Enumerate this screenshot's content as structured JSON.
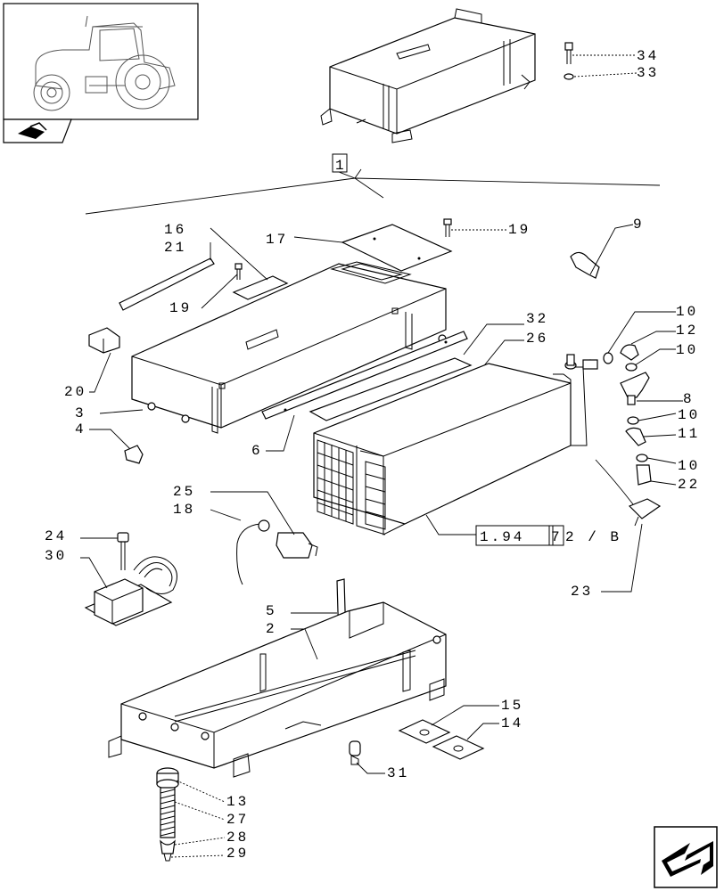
{
  "labels": {
    "l1": "1",
    "l2": "2",
    "l3": "3",
    "l4": "4",
    "l5": "5",
    "l6": "6",
    "l8": "8",
    "l9": "9",
    "l10a": "10",
    "l10b": "10",
    "l10c": "10",
    "l10d": "10",
    "l11": "11",
    "l12": "12",
    "l13": "13",
    "l14": "14",
    "l15": "15",
    "l16": "16",
    "l17": "17",
    "l18": "18",
    "l19a": "19",
    "l19b": "19",
    "l20": "20",
    "l21": "21",
    "l22": "22",
    "l23": "23",
    "l24": "24",
    "l25": "25",
    "l26": "26",
    "l27": "27",
    "l28": "28",
    "l29": "29",
    "l30": "30",
    "l31": "31",
    "l32": "32",
    "l33": "33",
    "l34": "34"
  },
  "reference": {
    "a": "1.94",
    "b": "7",
    "c": "2 / B"
  }
}
